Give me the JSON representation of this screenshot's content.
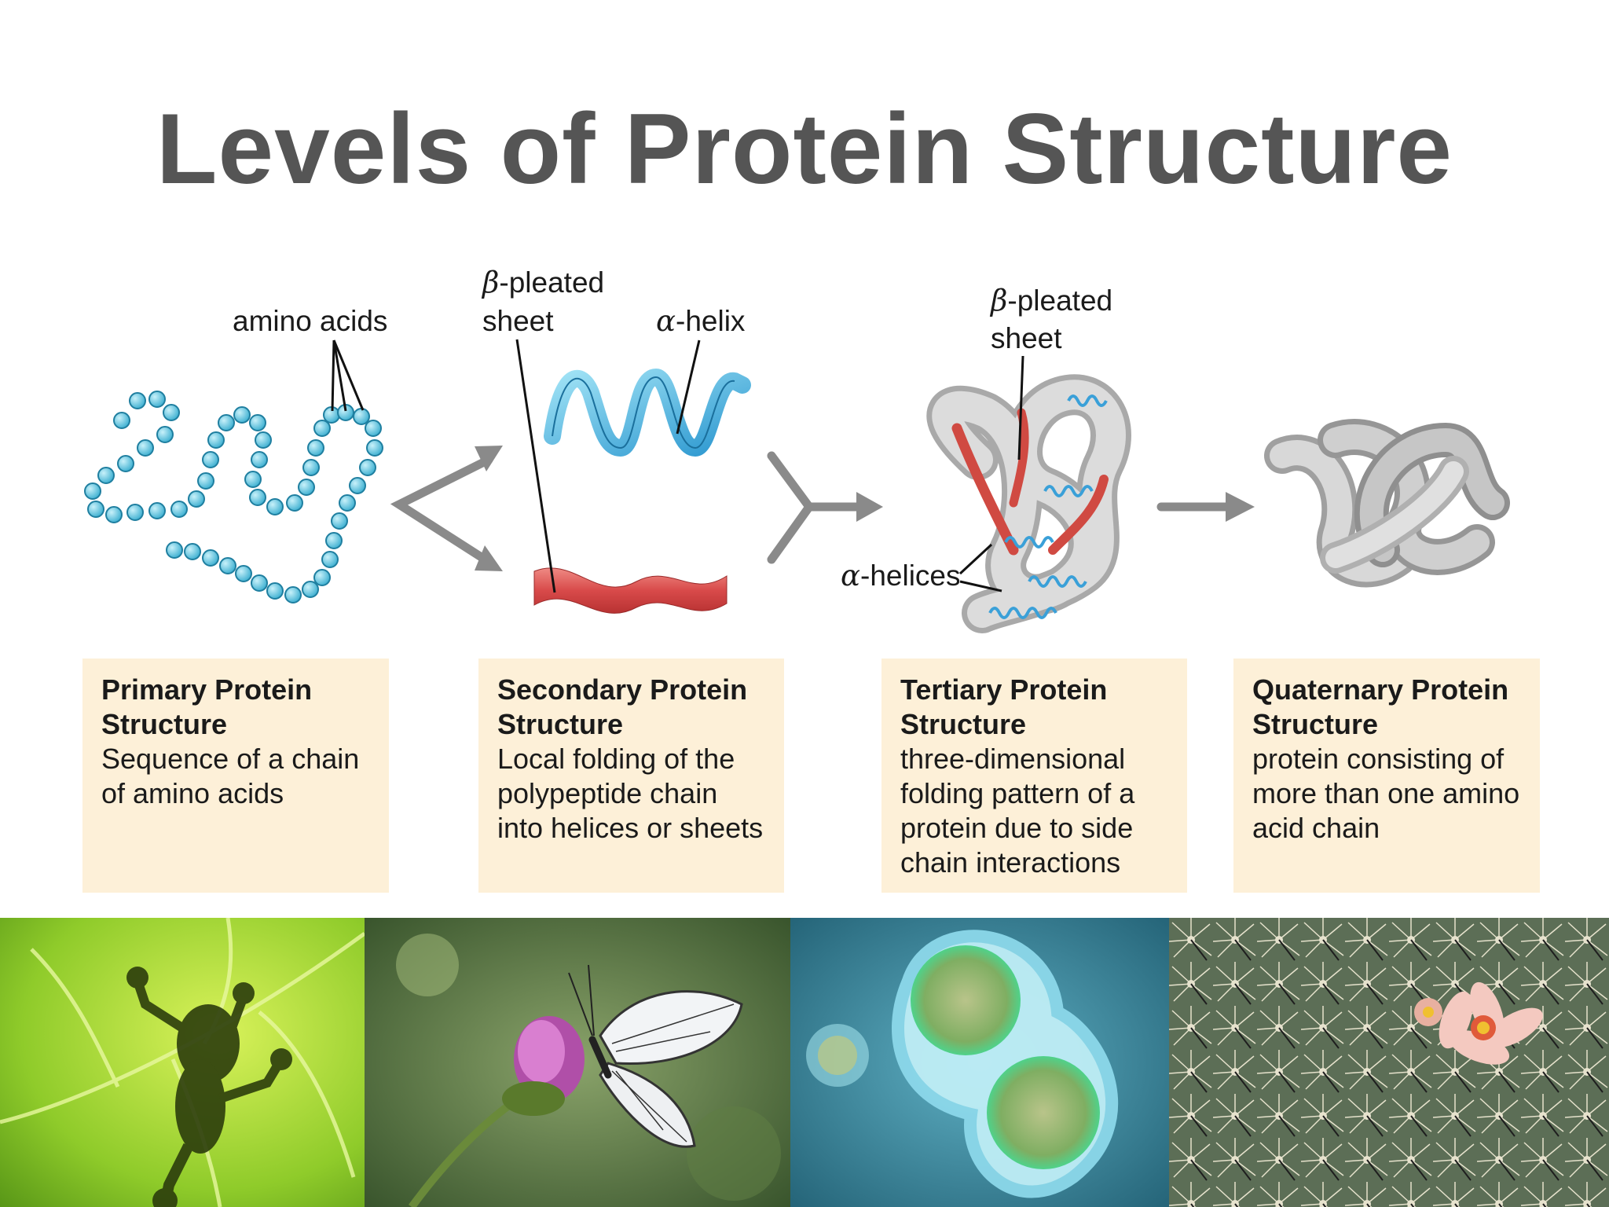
{
  "title": "Levels of Protein Structure",
  "diagram_labels": {
    "amino_acids": "amino acids",
    "beta": "β",
    "pleated": "-pleated",
    "sheet": "sheet",
    "alpha": "α",
    "helix": "-helix",
    "helices": "-helices"
  },
  "boxes": [
    {
      "title": "Primary Protein Structure",
      "desc": "Sequence of a chain of amino acids"
    },
    {
      "title": "Secondary Protein Structure",
      "desc": "Local folding of the polypeptide chain into helices or sheets"
    },
    {
      "title": "Tertiary Protein Structure",
      "desc": "three-dimensional folding pattern of a protein due to side chain interactions"
    },
    {
      "title": "Quaternary Protein Structure",
      "desc": "protein consisting of more than one amino acid chain"
    }
  ],
  "colors": {
    "title": "#555555",
    "bead": "#5ec8e0",
    "helix": "#3fb0e0",
    "sheet": "#d84a4a",
    "arrow": "#8a8a8a",
    "box": "#fdf0d8"
  },
  "icons": {
    "photo_1": "frog-on-leaf-photo",
    "photo_2": "butterfly-on-flower-photo",
    "photo_3": "dividing-cell-photo",
    "photo_4": "cactus-flower-photo"
  }
}
